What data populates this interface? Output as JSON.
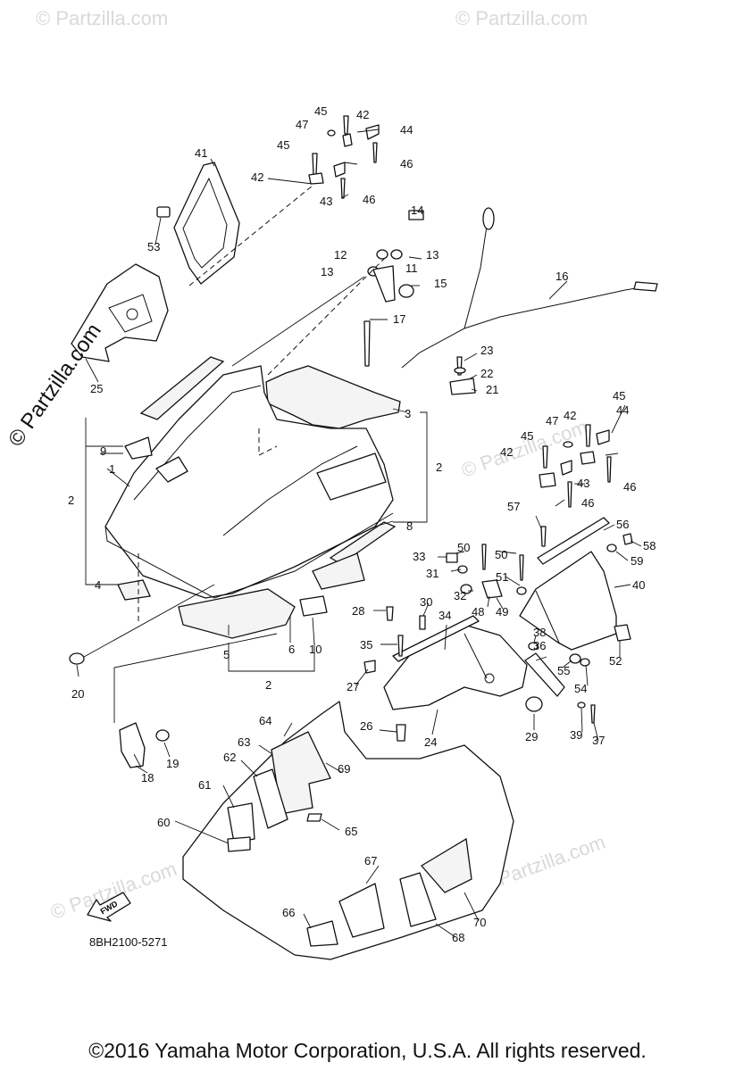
{
  "diagram": {
    "code": "8BH2100-5271",
    "fwd_label": "FWD",
    "watermark": "© Partzilla.com",
    "watermark_faint": "© Partzilla.com",
    "callouts": {
      "c1": "1",
      "c2a": "2",
      "c2b": "2",
      "c2c": "2",
      "c3": "3",
      "c4": "4",
      "c5": "5",
      "c6": "6",
      "c8": "8",
      "c9": "9",
      "c10": "10",
      "c11": "11",
      "c12": "12",
      "c13a": "13",
      "c13b": "13",
      "c14": "14",
      "c15": "15",
      "c16": "16",
      "c17": "17",
      "c18": "18",
      "c19": "19",
      "c20": "20",
      "c21": "21",
      "c22": "22",
      "c23": "23",
      "c24": "24",
      "c25": "25",
      "c26": "26",
      "c27": "27",
      "c28": "28",
      "c29": "29",
      "c30": "30",
      "c31": "31",
      "c32": "32",
      "c33": "33",
      "c34": "34",
      "c35": "35",
      "c36": "36",
      "c37": "37",
      "c38": "38",
      "c39": "39",
      "c40": "40",
      "c41": "41",
      "c42a": "42",
      "c42b": "42",
      "c42c": "42",
      "c42d": "42",
      "c43a": "43",
      "c43b": "43",
      "c44a": "44",
      "c44b": "44",
      "c45a": "45",
      "c45b": "45",
      "c45c": "45",
      "c45d": "45",
      "c46a": "46",
      "c46b": "46",
      "c46c": "46",
      "c46d": "46",
      "c47a": "47",
      "c47b": "47",
      "c48": "48",
      "c49": "49",
      "c50a": "50",
      "c50b": "50",
      "c51": "51",
      "c52": "52",
      "c53": "53",
      "c54": "54",
      "c55": "55",
      "c56": "56",
      "c57": "57",
      "c58": "58",
      "c59": "59",
      "c60": "60",
      "c61": "61",
      "c62": "62",
      "c63": "63",
      "c64": "64",
      "c65": "65",
      "c66": "66",
      "c67": "67",
      "c68": "68",
      "c69": "69",
      "c70": "70"
    }
  },
  "footer": {
    "copyright": "©2016  Yamaha Motor Corporation, U.S.A. All rights reserved."
  }
}
